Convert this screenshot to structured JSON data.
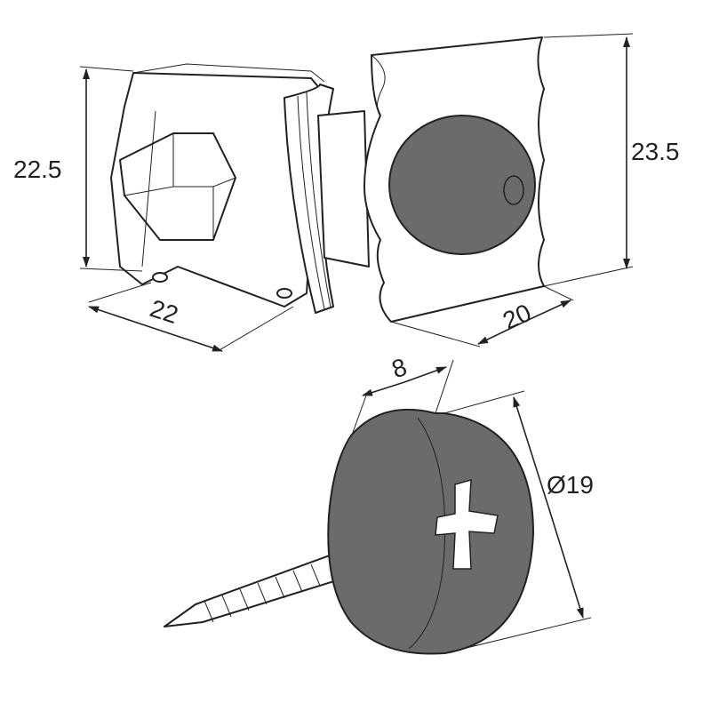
{
  "dimensions": {
    "bracket_height": "22.5",
    "plate_height": "23.5",
    "bracket_depth": "22",
    "plate_depth": "20",
    "bumper_thickness": "8",
    "bumper_diameter": "Ø19"
  },
  "colors": {
    "rubber": "#6b6b6b",
    "line": "#222222"
  }
}
